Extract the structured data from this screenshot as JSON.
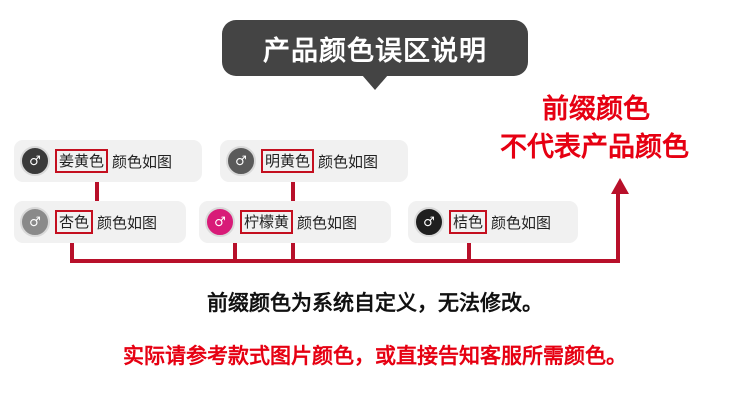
{
  "header": {
    "title": "产品颜色误区说明"
  },
  "note": {
    "line1": "前缀颜色",
    "line2": "不代表产品颜色"
  },
  "chips": [
    {
      "prefix": "姜黄色",
      "suffix": "颜色如图",
      "swatch_color": "#3a3a3a",
      "icon": "figure-icon"
    },
    {
      "prefix": "明黄色",
      "suffix": "颜色如图",
      "swatch_color": "#5a5a5a",
      "icon": "figure-icon"
    },
    {
      "prefix": "杏色",
      "suffix": "颜色如图",
      "swatch_color": "#8a8a8a",
      "icon": "figure-icon"
    },
    {
      "prefix": "柠檬黄",
      "suffix": "颜色如图",
      "swatch_color": "#d81b78",
      "icon": "figure-icon"
    },
    {
      "prefix": "桔色",
      "suffix": "颜色如图",
      "swatch_color": "#1f1f1f",
      "icon": "figure-icon"
    }
  ],
  "footer": {
    "line1": "前缀颜色为系统自定义，无法修改。",
    "line2": "实际请参考款式图片颜色，或直接告知客服所需颜色。"
  },
  "colors": {
    "accent": "#e60012",
    "connector": "#b8102a",
    "bubble": "#444444"
  }
}
